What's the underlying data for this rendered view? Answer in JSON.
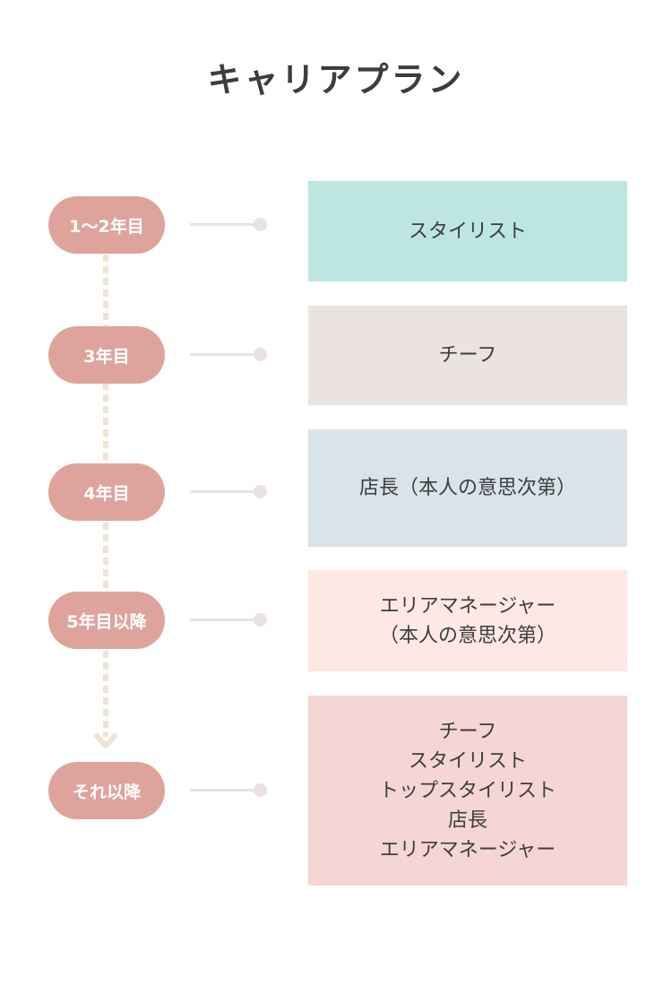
{
  "title": "キャリアプラン",
  "colors": {
    "pill": "#dea49b",
    "timeline": "#f1e2d6",
    "connector": "#ebe1e1",
    "text": "#3d3d3d"
  },
  "stages": [
    {
      "label": "1〜2年目",
      "box_color": "#bde6e1",
      "roles": [
        "スタイリスト"
      ]
    },
    {
      "label": "3年目",
      "box_color": "#ebe2e2",
      "roles": [
        "チーフ"
      ]
    },
    {
      "label": "4年目",
      "box_color": "#d9e3ea",
      "roles": [
        "店長（本人の意思次第）"
      ]
    },
    {
      "label": "5年目以降",
      "box_color": "#fee8e4",
      "roles": [
        "エリアマネージャー",
        "（本人の意思次第）"
      ]
    },
    {
      "label": "それ以降",
      "box_color": "#f5d6d4",
      "roles": [
        "チーフ",
        "スタイリスト",
        "トップスタイリスト",
        "店長",
        "エリアマネージャー"
      ]
    }
  ]
}
